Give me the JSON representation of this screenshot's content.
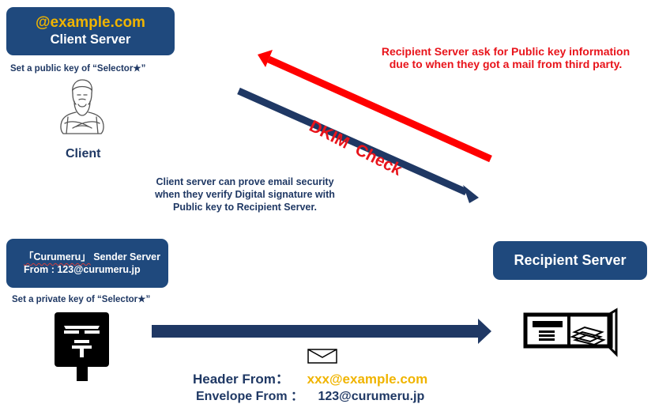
{
  "client_server": {
    "domain": "@example.com",
    "title": "Client Server",
    "note": "Set a public key of “Selector★”"
  },
  "client": {
    "icon": "bearded-man-arms-crossed-icon",
    "label": "Client"
  },
  "sender_server": {
    "line1_name": "「Curumeru」",
    "line1_rest": " Sender Server",
    "line2": "From : 123@curumeru.jp",
    "note": "Set a private key of “Selector★”",
    "icon": "postbox-icon"
  },
  "recipient_server": {
    "title": "Recipient Server",
    "icon": "mailbox-icon"
  },
  "dkim": {
    "label": "DKIM  Check",
    "request_note_line1": "Recipient Server ask for Public key information",
    "request_note_line2": "due to when they got a mail from third party.",
    "verify_note_line1": "Client server can prove email security",
    "verify_note_line2": "when they verify Digital signature with",
    "verify_note_line3": "Public key to Recipient Server.",
    "colors": {
      "request_arrow": "#ff0000",
      "verify_arrow": "#1f3864"
    }
  },
  "mail": {
    "icon": "envelope-icon",
    "header_from_label": "Header From：",
    "header_from_value": "xxx@example.com",
    "envelope_from_label": "Envelope From ：",
    "envelope_from_value": "123@curumeru.jp"
  },
  "colors": {
    "box_fill": "#1f497d",
    "accent_yellow": "#f0b400",
    "text_navy": "#1f3864",
    "alert_red": "#e8141b"
  }
}
